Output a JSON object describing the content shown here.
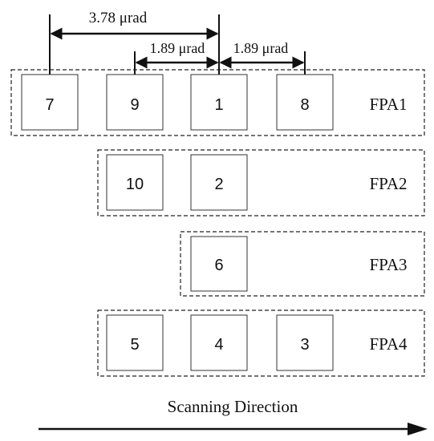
{
  "dimensions": {
    "dim_378": "3.78 μrad",
    "dim_189_left": "1.89 μrad",
    "dim_189_right": "1.89 μrad"
  },
  "fpa_groups": [
    {
      "label": "FPA1",
      "cells": [
        "7",
        "9",
        "1",
        "8"
      ]
    },
    {
      "label": "FPA2",
      "cells": [
        "10",
        "2"
      ]
    },
    {
      "label": "FPA3",
      "cells": [
        "6"
      ]
    },
    {
      "label": "FPA4",
      "cells": [
        "5",
        "4",
        "3"
      ]
    }
  ],
  "scan": {
    "label": "Scanning Direction"
  },
  "colors": {
    "line": "#111111",
    "cell_border": "#333333"
  }
}
